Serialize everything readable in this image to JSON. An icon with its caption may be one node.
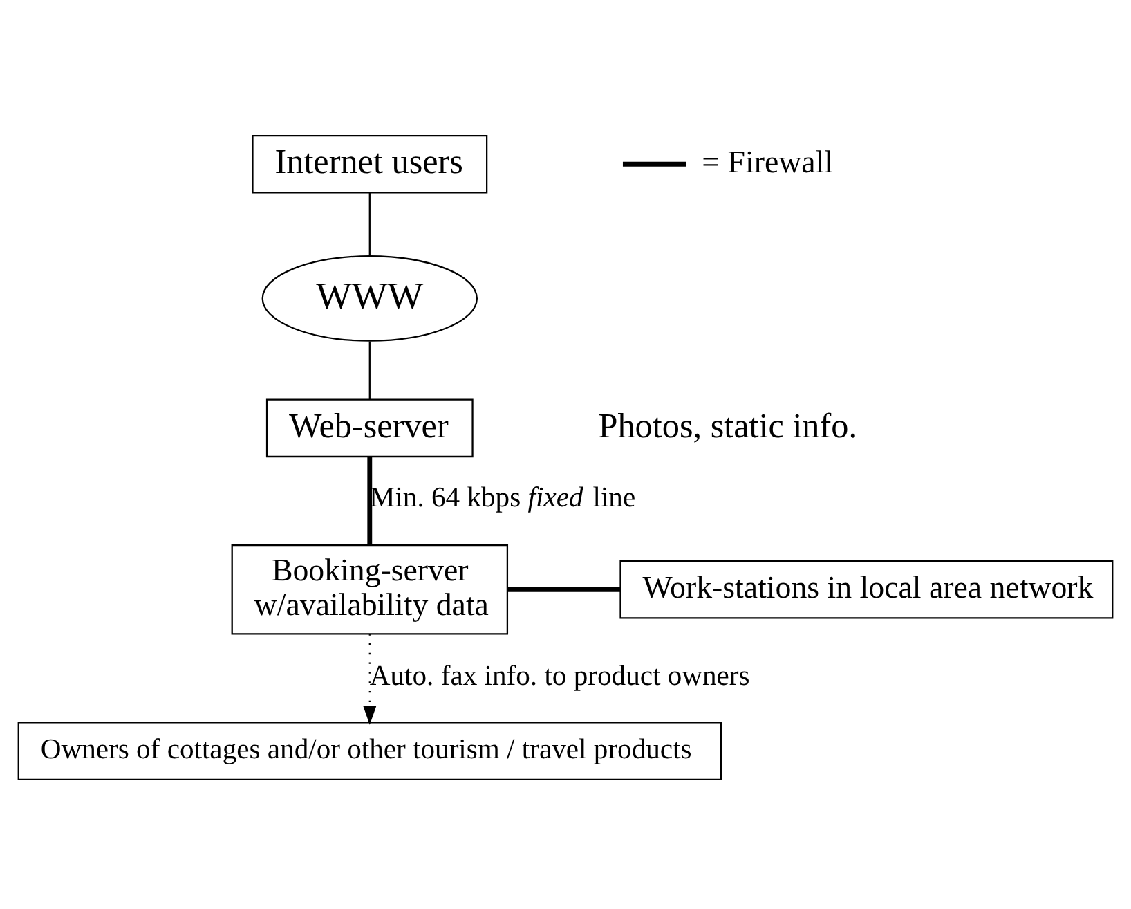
{
  "diagram": {
    "nodes": [
      {
        "text": [
          "Internet users"
        ]
      },
      {
        "text": [
          "WWW"
        ]
      },
      {
        "text": [
          "Web-server"
        ],
        "beside": [
          "Photos, static info."
        ]
      },
      {
        "text": [
          "Booking-server",
          "w/availability data"
        ]
      },
      {
        "text": [
          "Work-stations in local area network"
        ]
      },
      {
        "text": [
          "Owners of cottages and/or other tourism / travel products"
        ]
      }
    ],
    "edges": [
      {
        "from": 0,
        "to": 1,
        "arrow": "none"
      },
      {
        "from": 1,
        "to": 2,
        "arrow": "none"
      },
      {
        "from": 2,
        "to": 3,
        "arrow": "none",
        "style": "thick",
        "label": "Min. 64 kbps *fixed* line"
      },
      {
        "from": 3,
        "to": 4,
        "arrow": "none",
        "style": "thick"
      },
      {
        "from": 3,
        "to": 5,
        "arrow": "to",
        "style": "dashed",
        "label": "Auto. fax info. to product owners"
      }
    ],
    "legend": [
      {
        "text": "= Firewall"
      }
    ]
  }
}
